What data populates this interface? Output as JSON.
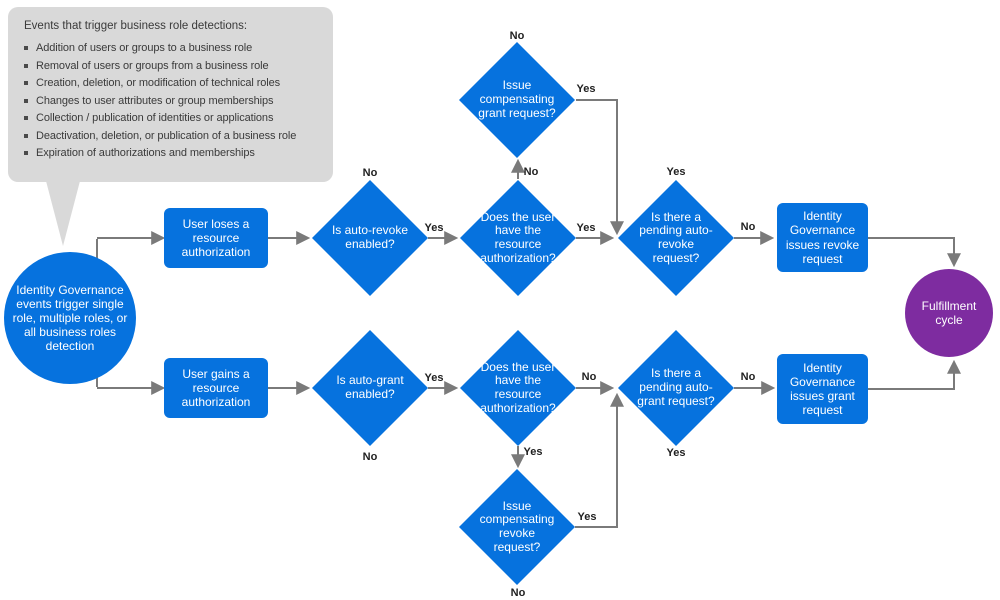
{
  "callout": {
    "title": "Events that trigger business role detections:",
    "items": [
      "Addition of users or groups to a business role",
      "Removal of users or groups from a business role",
      "Creation, deletion, or modification of technical roles",
      "Changes to user attributes or group memberships",
      "Collection / publication of identities or applications",
      "Deactivation, deletion, or publication of a business role",
      "Expiration of authorizations and memberships"
    ]
  },
  "nodes": {
    "start": "Identity Governance events trigger single role, multiple roles, or all business roles detection",
    "user_loses": "User loses a resource authorization",
    "auto_revoke_enabled": "Is auto-revoke enabled?",
    "user_have_top": "Does the user have the resource authorization?",
    "comp_grant": "Issue compensating grant request?",
    "pending_revoke": "Is there a pending auto-revoke request?",
    "issue_revoke": "Identity Governance issues revoke request",
    "user_gains": "User gains a resource authorization",
    "auto_grant_enabled": "Is auto-grant enabled?",
    "user_have_bottom": "Does the user have the resource authorization?",
    "comp_revoke": "Issue compensating revoke request?",
    "pending_grant": "Is there a pending auto-grant request?",
    "issue_grant": "Identity Governance issues grant request",
    "end": "Fulfillment cycle"
  },
  "labels": {
    "auto_revoke_no": "No",
    "auto_revoke_yes": "Yes",
    "user_have_top_no": "No",
    "comp_grant_no": "No",
    "comp_grant_yes": "Yes",
    "user_have_top_yes": "Yes",
    "pending_revoke_yes": "Yes",
    "pending_revoke_no": "No",
    "auto_grant_yes": "Yes",
    "auto_grant_no": "No",
    "user_have_bottom_no": "No",
    "user_have_bottom_yes": "Yes",
    "comp_revoke_yes": "Yes",
    "comp_revoke_no": "No",
    "pending_grant_yes": "Yes",
    "pending_grant_no": "No"
  },
  "colors": {
    "node_blue": "#0672DE",
    "end_purple": "#7E2CA0",
    "connector_gray": "#7A7A7A",
    "callout_gray": "#D9D9D9"
  }
}
